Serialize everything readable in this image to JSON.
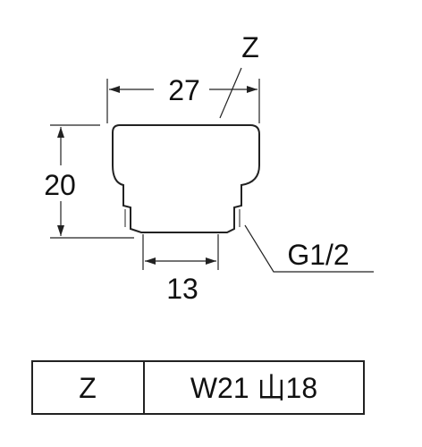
{
  "drawing": {
    "dimensions": {
      "width": "27",
      "height": "20",
      "thread_length": "13"
    },
    "labels": {
      "variant": "Z",
      "thread": "G1/2"
    }
  },
  "spec_table": {
    "key": "Z",
    "value": "W21 山18"
  }
}
